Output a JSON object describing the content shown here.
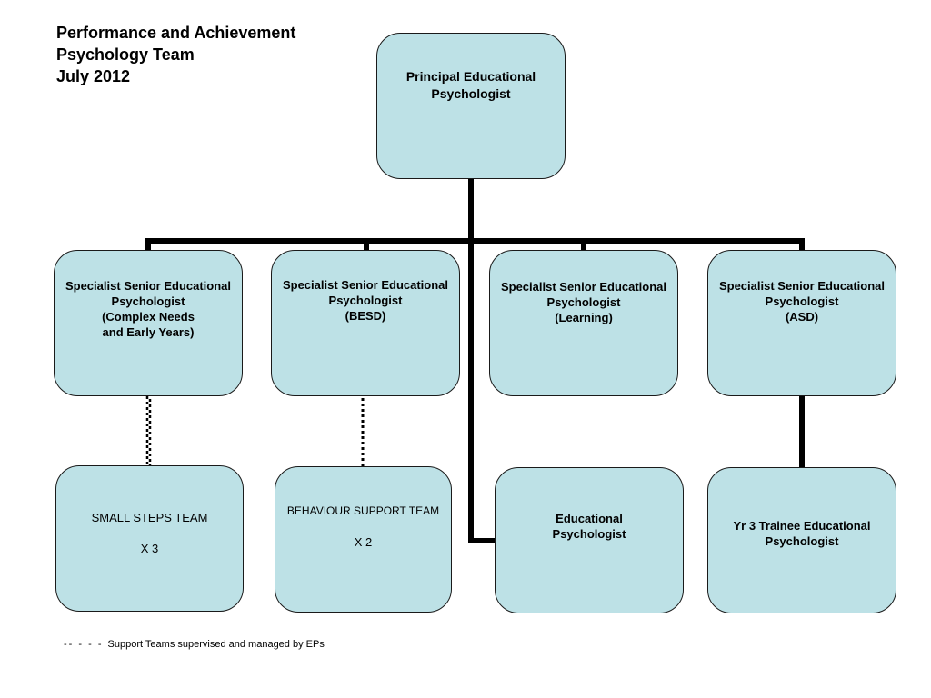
{
  "title": {
    "line1": "Performance and Achievement",
    "line2": "Psychology Team",
    "line3": "July 2012"
  },
  "nodes": {
    "principal": "Principal Educational\nPsychologist",
    "specialist_complex": "Specialist Senior Educational\nPsychologist\n(Complex Needs\nand Early Years)",
    "specialist_besd": "Specialist Senior Educational\nPsychologist\n(BESD)",
    "specialist_learning": "Specialist Senior Educational\nPsychologist\n(Learning)",
    "specialist_asd": "Specialist Senior Educational\nPsychologist\n(ASD)",
    "small_steps": {
      "label": "SMALL STEPS TEAM",
      "count": "X 3"
    },
    "behaviour_support": {
      "label": "BEHAVIOUR SUPPORT TEAM",
      "count": "X 2"
    },
    "educational_psychologist": "Educational\nPsychologist",
    "trainee": "Yr 3 Trainee Educational\nPsychologist"
  },
  "legend": {
    "symbol": "-- - - -",
    "text": "Support Teams supervised and managed by EPs"
  },
  "colors": {
    "box_fill": "#bde1e6",
    "line": "#000000"
  }
}
